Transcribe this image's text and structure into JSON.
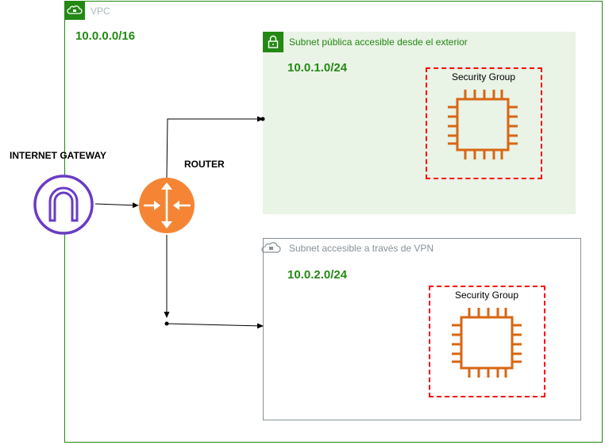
{
  "vpc": {
    "label": "VPC",
    "cidr": "10.0.0.0/16",
    "icon": "cloud-lock-icon"
  },
  "subnet_public": {
    "label": "Subnet pública accesible desde el exterior",
    "cidr": "10.0.1.0/24",
    "icon": "padlock-icon",
    "security_group": {
      "label": "Security Group",
      "instance_icon": "ec2-instance-icon"
    }
  },
  "subnet_vpn": {
    "label": "Subnet accesible a través de VPN",
    "cidr": "10.0.2.0/24",
    "icon": "cloud-vpn-icon",
    "security_group": {
      "label": "Security Group",
      "instance_icon": "ec2-instance-icon"
    }
  },
  "internet_gateway": {
    "label": "INTERNET GATEWAY",
    "icon": "internet-gateway-icon"
  },
  "router": {
    "label": "ROUTER",
    "icon": "router-icon"
  },
  "colors": {
    "vpc_green": "#248814",
    "subnet_fill": "#e9f3e6",
    "security_group_red": "#ff0000",
    "instance_orange": "#d86613",
    "router_orange": "#f58534",
    "gateway_purple": "#693cc5",
    "vpn_border": "#879196"
  }
}
